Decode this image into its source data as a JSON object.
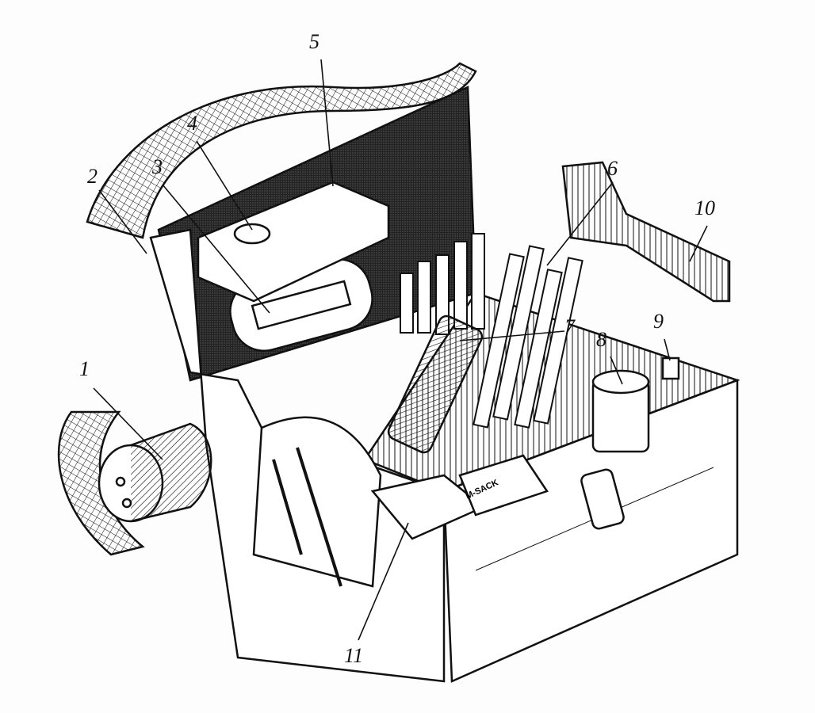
{
  "figure": {
    "callouts": [
      {
        "id": "callout-1",
        "number": "1"
      },
      {
        "id": "callout-2",
        "number": "2"
      },
      {
        "id": "callout-3",
        "number": "3"
      },
      {
        "id": "callout-4",
        "number": "4"
      },
      {
        "id": "callout-5",
        "number": "5"
      },
      {
        "id": "callout-6",
        "number": "6"
      },
      {
        "id": "callout-7",
        "number": "7"
      },
      {
        "id": "callout-8",
        "number": "8"
      },
      {
        "id": "callout-9",
        "number": "9"
      },
      {
        "id": "callout-10",
        "number": "10"
      },
      {
        "id": "callout-11",
        "number": "11"
      }
    ],
    "booklet_text": "M-SACK"
  }
}
